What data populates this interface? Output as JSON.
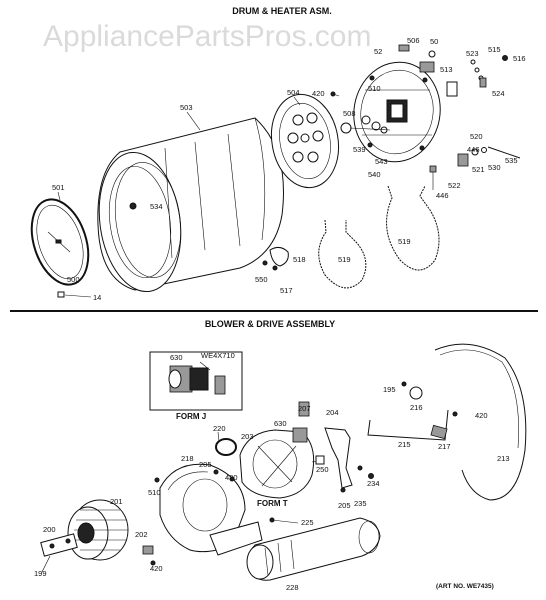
{
  "watermark": "AppliancePartsPros.com",
  "sections": {
    "drum_heater_title": "DRUM & HEATER ASM.",
    "blower_drive_title": "BLOWER & DRIVE ASSEMBLY"
  },
  "form_labels": {
    "form_j": "FORM J",
    "form_t": "FORM T"
  },
  "art_no": "(ART NO. WE7435)",
  "part_labels": {
    "p503": "503",
    "p504": "504",
    "p420a": "420",
    "p508": "508",
    "p510": "510",
    "p506": "506",
    "p50": "50",
    "p52": "52",
    "p515": "515",
    "p516": "516",
    "p513": "513",
    "p523": "523",
    "p524": "524",
    "p520": "520",
    "p535": "535",
    "p539": "539",
    "p540": "540",
    "p543": "543",
    "p521": "521",
    "p446a": "446",
    "p530": "530",
    "p522": "522",
    "p446b": "446",
    "p501": "501",
    "p534": "534",
    "p500": "500",
    "p14": "14",
    "p519a": "519",
    "p519b": "519",
    "p518": "518",
    "p550": "550",
    "p517": "517",
    "p630a": "630",
    "we4x710": "WE4X710",
    "p195": "195",
    "p216": "216",
    "p420b": "420",
    "p207": "207",
    "p204": "204",
    "p630b": "630",
    "p220": "220",
    "p203": "203",
    "p218": "218",
    "p205a": "205",
    "p420c": "420",
    "p250": "250",
    "p234": "234",
    "p215": "215",
    "p217": "217",
    "p213": "213",
    "p510b": "510",
    "p201": "201",
    "p205b": "205",
    "p235": "235",
    "p225": "225",
    "p200": "200",
    "p202": "202",
    "p199": "199",
    "p420d": "420",
    "p228": "228"
  }
}
